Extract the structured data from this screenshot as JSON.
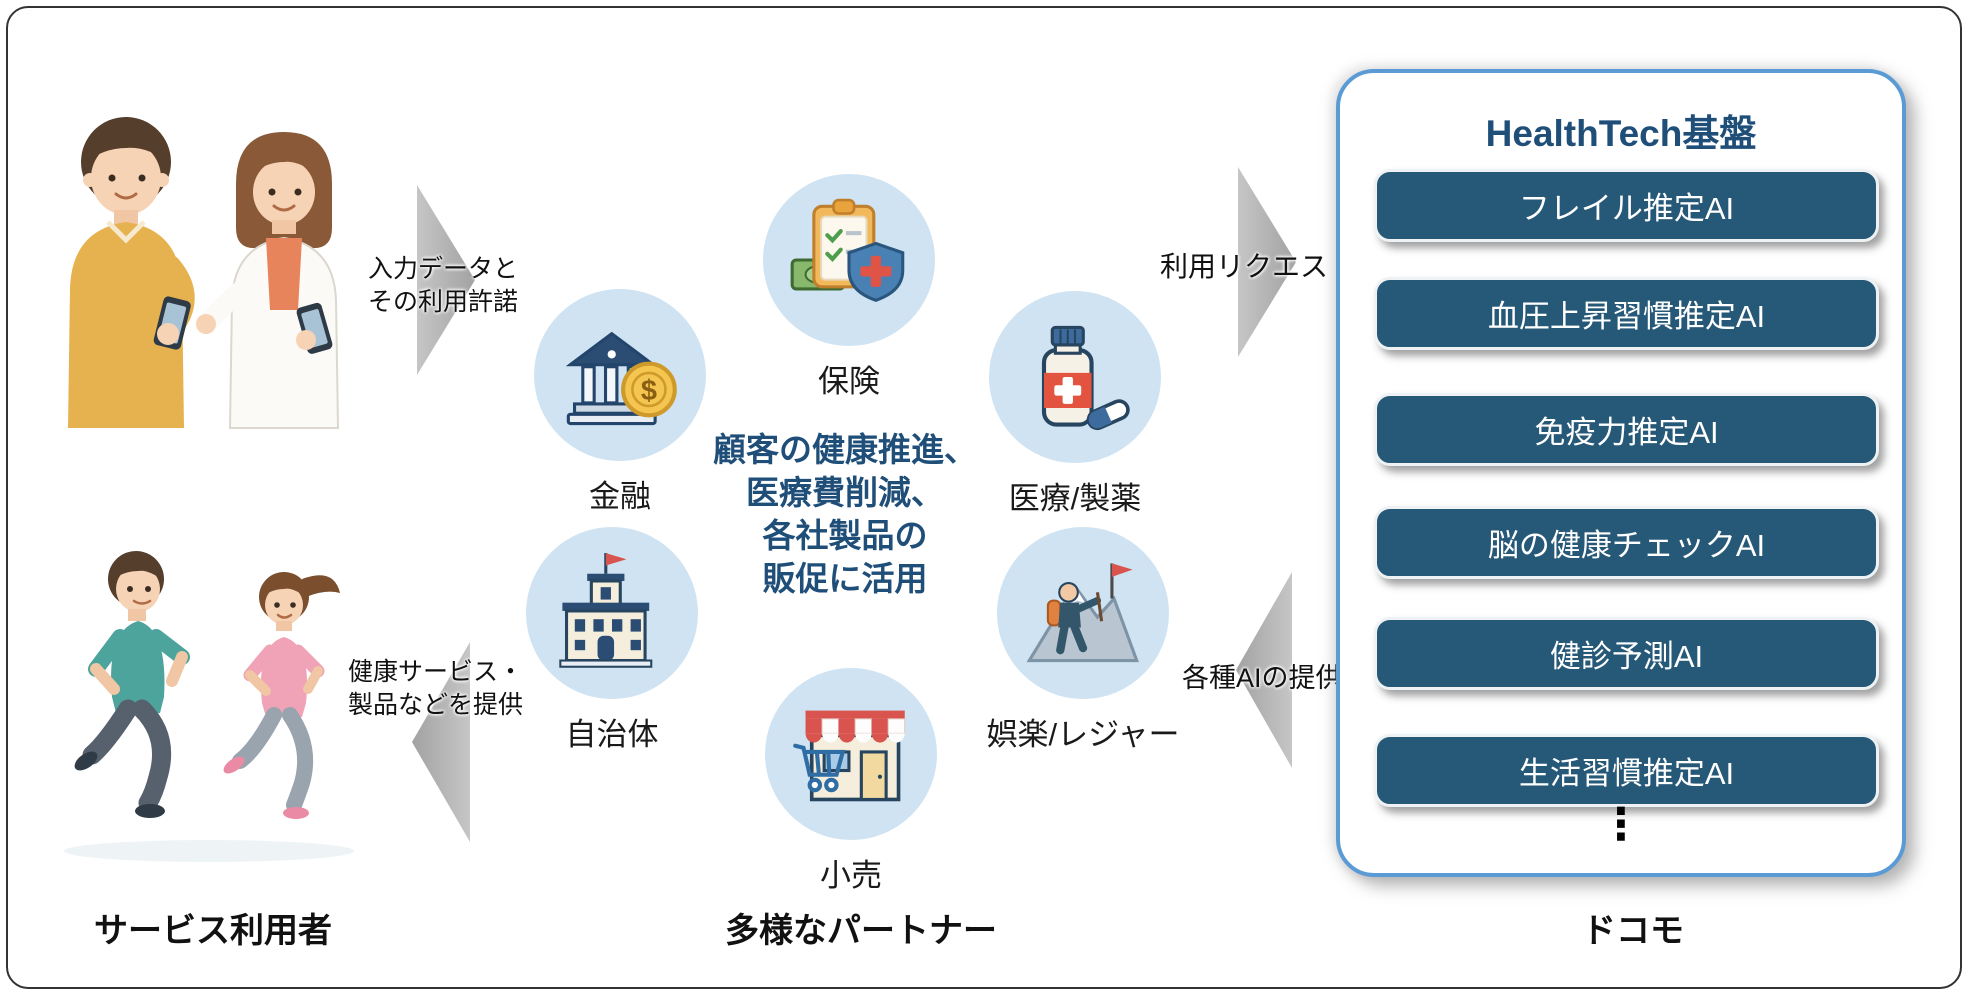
{
  "sections": {
    "users_label": "サービス利用者",
    "partners_label": "多様なパートナー",
    "docomo_label": "ドコモ"
  },
  "flows": {
    "input_data_line1": "入力データと",
    "input_data_line2": "その利用許諾",
    "provide_line1": "健康サービス・",
    "provide_line2": "製品などを提供",
    "use_request": "利用リクエスト",
    "ai_provision": "各種AIの提供"
  },
  "center_message": {
    "line1": "顧客の健康推進、",
    "line2": "医療費削減、",
    "line3": "各社製品の",
    "line4": "販促に活用"
  },
  "partners": [
    {
      "label": "保険",
      "icon": "insurance-icon"
    },
    {
      "label": "金融",
      "icon": "bank-icon"
    },
    {
      "label": "医療/製薬",
      "icon": "medicine-icon"
    },
    {
      "label": "自治体",
      "icon": "municipality-icon"
    },
    {
      "label": "娯楽/レジャー",
      "icon": "leisure-icon"
    },
    {
      "label": "小売",
      "icon": "retail-icon"
    }
  ],
  "platform": {
    "title": "HealthTech基盤",
    "ai_modules": [
      {
        "label": "フレイル推定AI"
      },
      {
        "label": "血圧上昇習慣推定AI"
      },
      {
        "label": "免疫力推定AI"
      },
      {
        "label": "脳の健康チェックAI"
      },
      {
        "label": "健診予測AI"
      },
      {
        "label": "生活習慣推定AI"
      }
    ],
    "more_indicator": "⋮"
  },
  "colors": {
    "panel_border": "#5b9bd5",
    "module_bg": "#265878",
    "accent_text": "#1f4e79",
    "arrow_gray": "#b4b4b4",
    "circle_bg": "#cfe3f2"
  }
}
